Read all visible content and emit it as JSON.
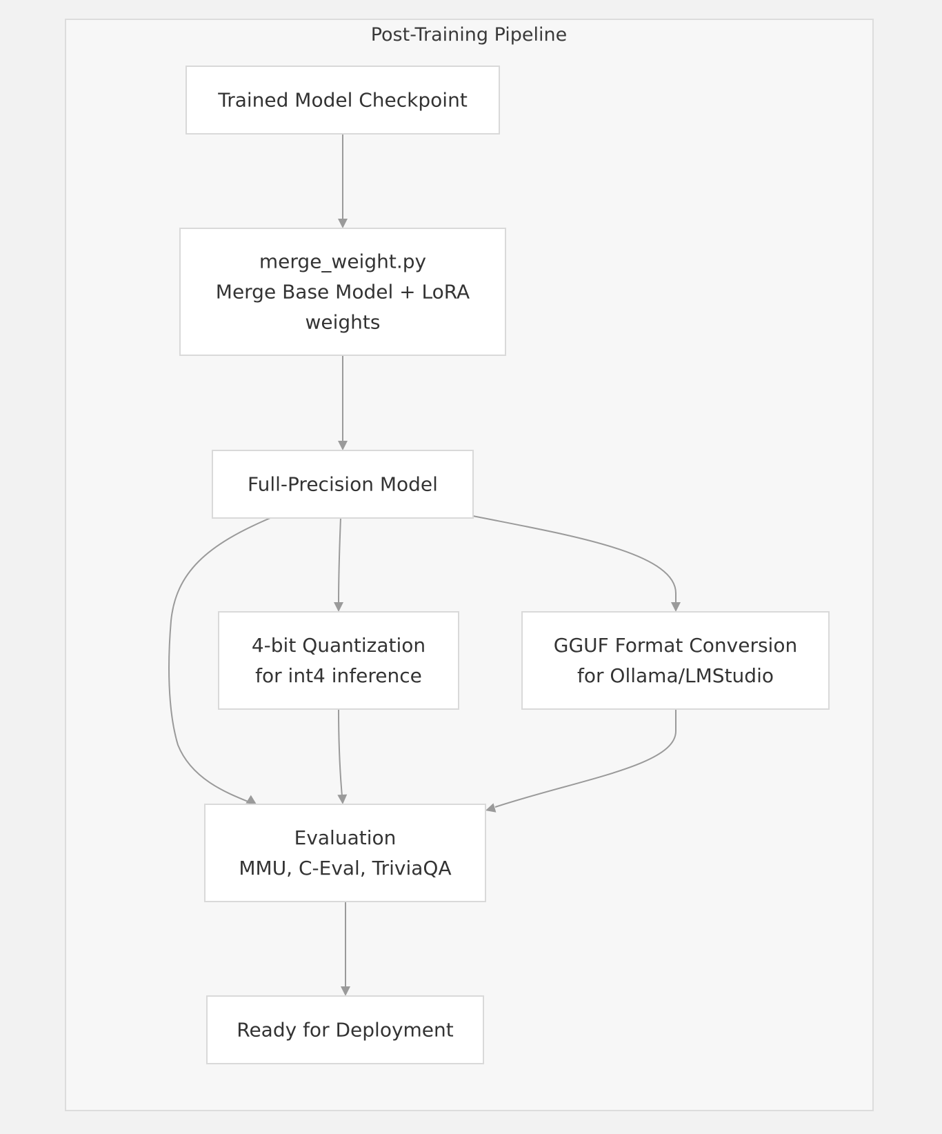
{
  "diagram": {
    "cluster": {
      "title": "Post-Training Pipeline"
    },
    "nodes": [
      {
        "id": "checkpoint",
        "lines": [
          "Trained Model Checkpoint"
        ]
      },
      {
        "id": "merge",
        "lines": [
          "merge_weight.py",
          "Merge Base Model + LoRA",
          "weights"
        ]
      },
      {
        "id": "fullprec",
        "lines": [
          "Full-Precision Model"
        ]
      },
      {
        "id": "quant",
        "lines": [
          "4-bit Quantization",
          "for int4 inference"
        ]
      },
      {
        "id": "gguf",
        "lines": [
          "GGUF Format Conversion",
          "for Ollama/LMStudio"
        ]
      },
      {
        "id": "eval",
        "lines": [
          "Evaluation",
          "MMU, C-Eval, TriviaQA"
        ]
      },
      {
        "id": "deploy",
        "lines": [
          "Ready for Deployment"
        ]
      }
    ],
    "edges": [
      {
        "from": "checkpoint",
        "to": "merge"
      },
      {
        "from": "merge",
        "to": "fullprec"
      },
      {
        "from": "fullprec",
        "to": "quant"
      },
      {
        "from": "fullprec",
        "to": "gguf"
      },
      {
        "from": "fullprec",
        "to": "eval"
      },
      {
        "from": "quant",
        "to": "eval"
      },
      {
        "from": "gguf",
        "to": "eval"
      },
      {
        "from": "eval",
        "to": "deploy"
      }
    ]
  }
}
